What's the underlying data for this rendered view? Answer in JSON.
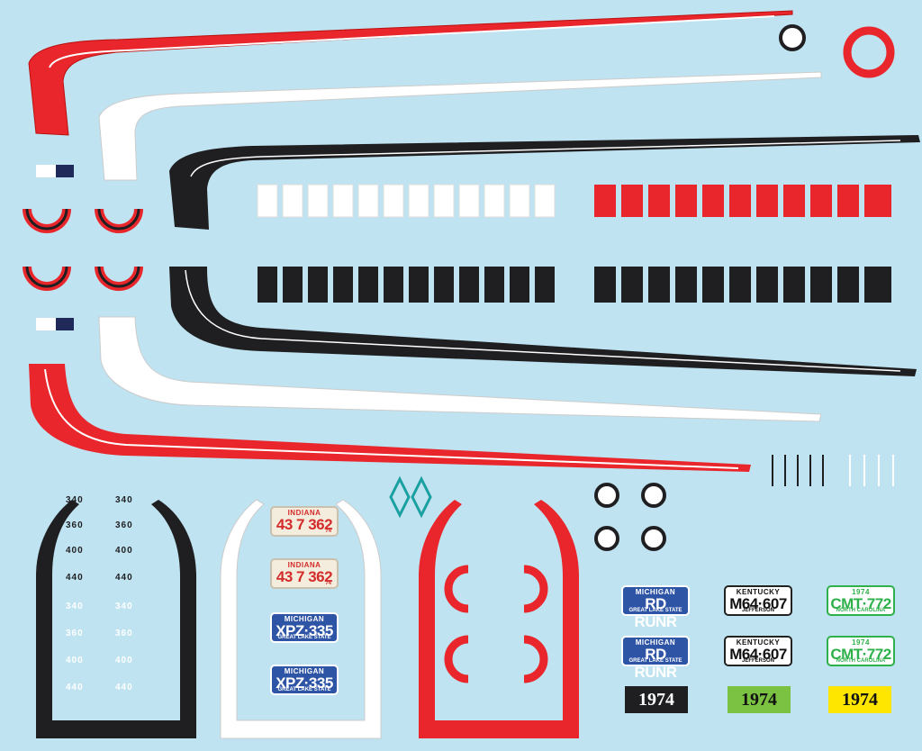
{
  "colors": {
    "background": "#bfe3f0",
    "red": "#e8262b",
    "white": "#ffffff",
    "black": "#1f1f22",
    "blue": "#2e54a6",
    "green": "#7cc242",
    "yellow": "#ffe600"
  },
  "engine_sizes": [
    "340",
    "360",
    "400",
    "440"
  ],
  "plates": {
    "indiana": {
      "state": "INDIANA",
      "number": "43 7 362",
      "year": "74"
    },
    "michigan_xpz": {
      "state": "MICHIGAN",
      "number": "XPZ·335",
      "sub": "GREAT LAKE STATE"
    },
    "michigan_rd": {
      "state": "MICHIGAN",
      "number": "RD RUNR",
      "sub": "GREAT LAKE STATE"
    },
    "kentucky": {
      "state": "KENTUCKY",
      "number": "M64·607",
      "sub": "JEFFERSON"
    },
    "north_carolina": {
      "state": "1974",
      "number": "CMT·772",
      "sub": "NORTH CAROLINA"
    }
  },
  "year_tag": "1974"
}
